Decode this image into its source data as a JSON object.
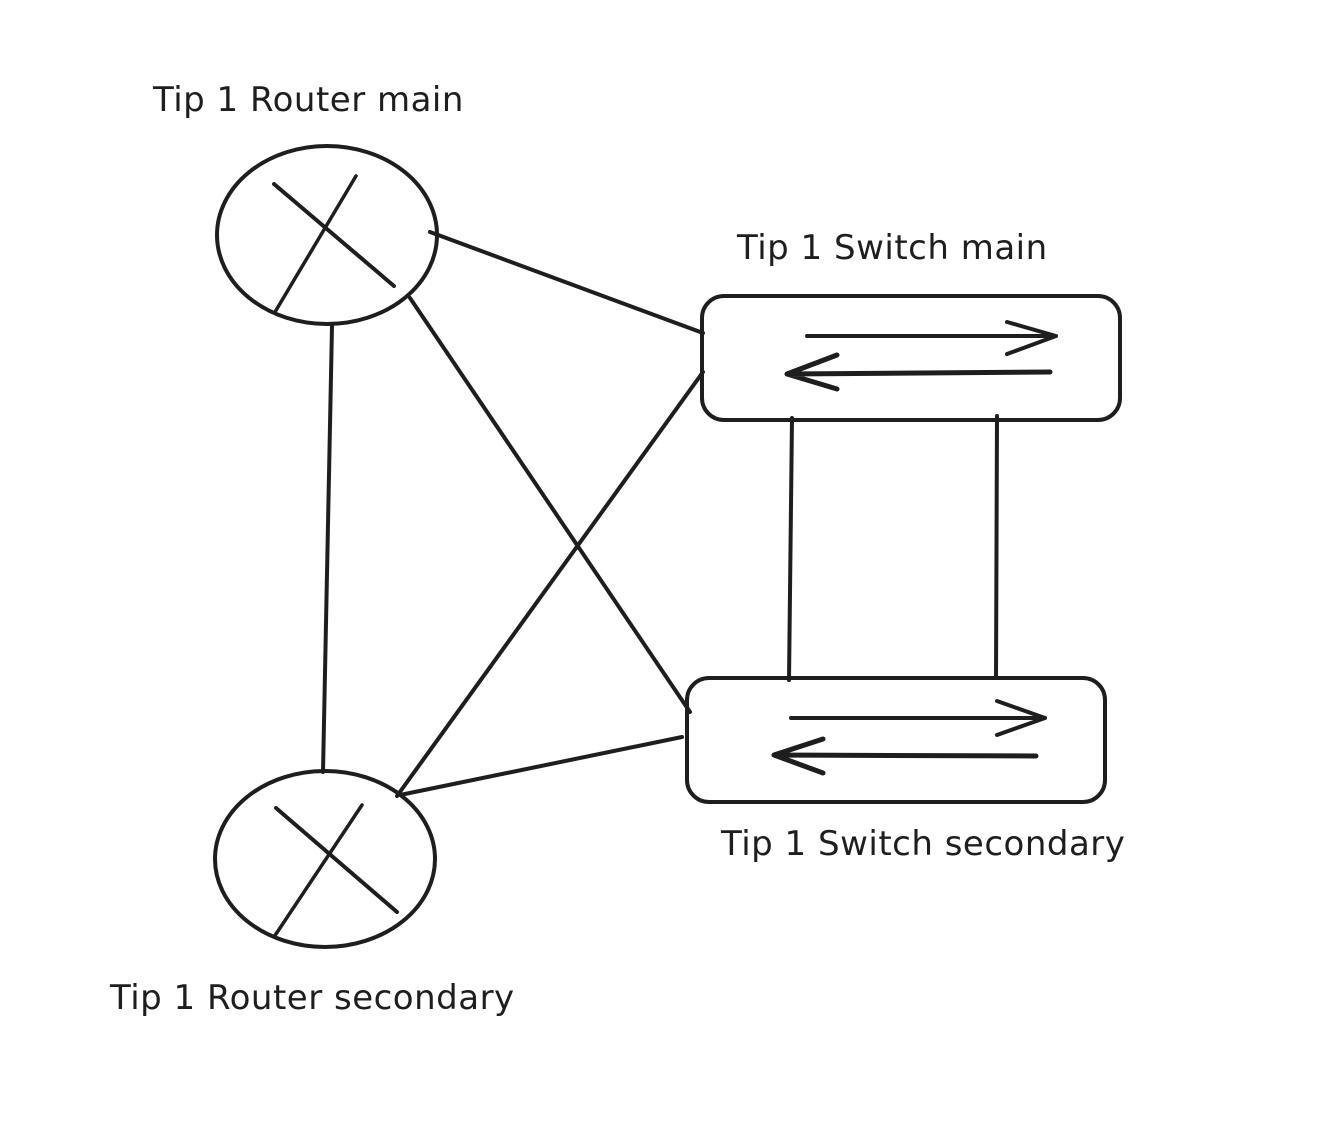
{
  "diagram": {
    "type": "network-topology",
    "stroke_color": "#1e1e1e",
    "background": "#ffffff",
    "nodes": [
      {
        "id": "router_main",
        "kind": "router",
        "label": "Tip 1 Router main"
      },
      {
        "id": "router_secondary",
        "kind": "router",
        "label": "Tip 1 Router secondary"
      },
      {
        "id": "switch_main",
        "kind": "switch",
        "label": "Tip 1 Switch main"
      },
      {
        "id": "switch_secondary",
        "kind": "switch",
        "label": "Tip 1 Switch secondary"
      }
    ],
    "edges": [
      {
        "from": "router_main",
        "to": "router_secondary"
      },
      {
        "from": "router_main",
        "to": "switch_main"
      },
      {
        "from": "router_main",
        "to": "switch_secondary"
      },
      {
        "from": "router_secondary",
        "to": "switch_main"
      },
      {
        "from": "router_secondary",
        "to": "switch_secondary"
      },
      {
        "from": "switch_main",
        "to": "switch_secondary"
      },
      {
        "from": "switch_main",
        "to": "switch_secondary"
      }
    ]
  }
}
